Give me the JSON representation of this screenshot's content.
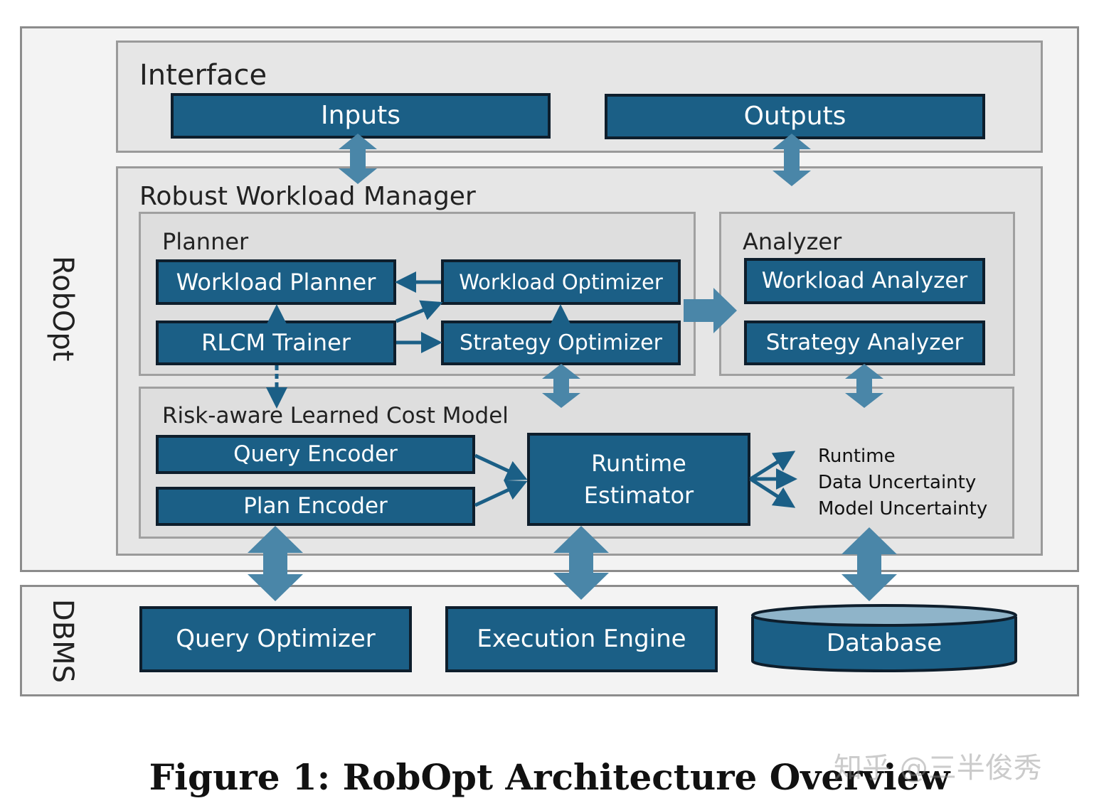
{
  "sections": {
    "robopt": "RobOpt",
    "dbms": "DBMS",
    "interface": "Interface",
    "manager": "Robust Workload Manager",
    "planner": "Planner",
    "analyzer": "Analyzer",
    "cost_model": "Risk-aware Learned Cost Model"
  },
  "boxes": {
    "inputs": "Inputs",
    "outputs": "Outputs",
    "workload_planner": "Workload Planner",
    "workload_optimizer": "Workload Optimizer",
    "rlcm_trainer": "RLCM Trainer",
    "strategy_optimizer": "Strategy Optimizer",
    "workload_analyzer": "Workload Analyzer",
    "strategy_analyzer": "Strategy Analyzer",
    "query_encoder": "Query Encoder",
    "plan_encoder": "Plan Encoder",
    "runtime_estimator_line1": "Runtime",
    "runtime_estimator_line2": "Estimator",
    "query_optimizer": "Query Optimizer",
    "execution_engine": "Execution Engine",
    "database": "Database"
  },
  "estimator_outputs": [
    "Runtime",
    "Data Uncertainty",
    "Model Uncertainty"
  ],
  "caption": "Figure 1: RobOpt Architecture Overview",
  "watermark": "知乎 @三半俊秀",
  "colors": {
    "box_fill": "#1b5f86",
    "box_border": "#0e1e2c",
    "arrow": "#4a86a8",
    "arrow_dark": "#1b5f86"
  }
}
